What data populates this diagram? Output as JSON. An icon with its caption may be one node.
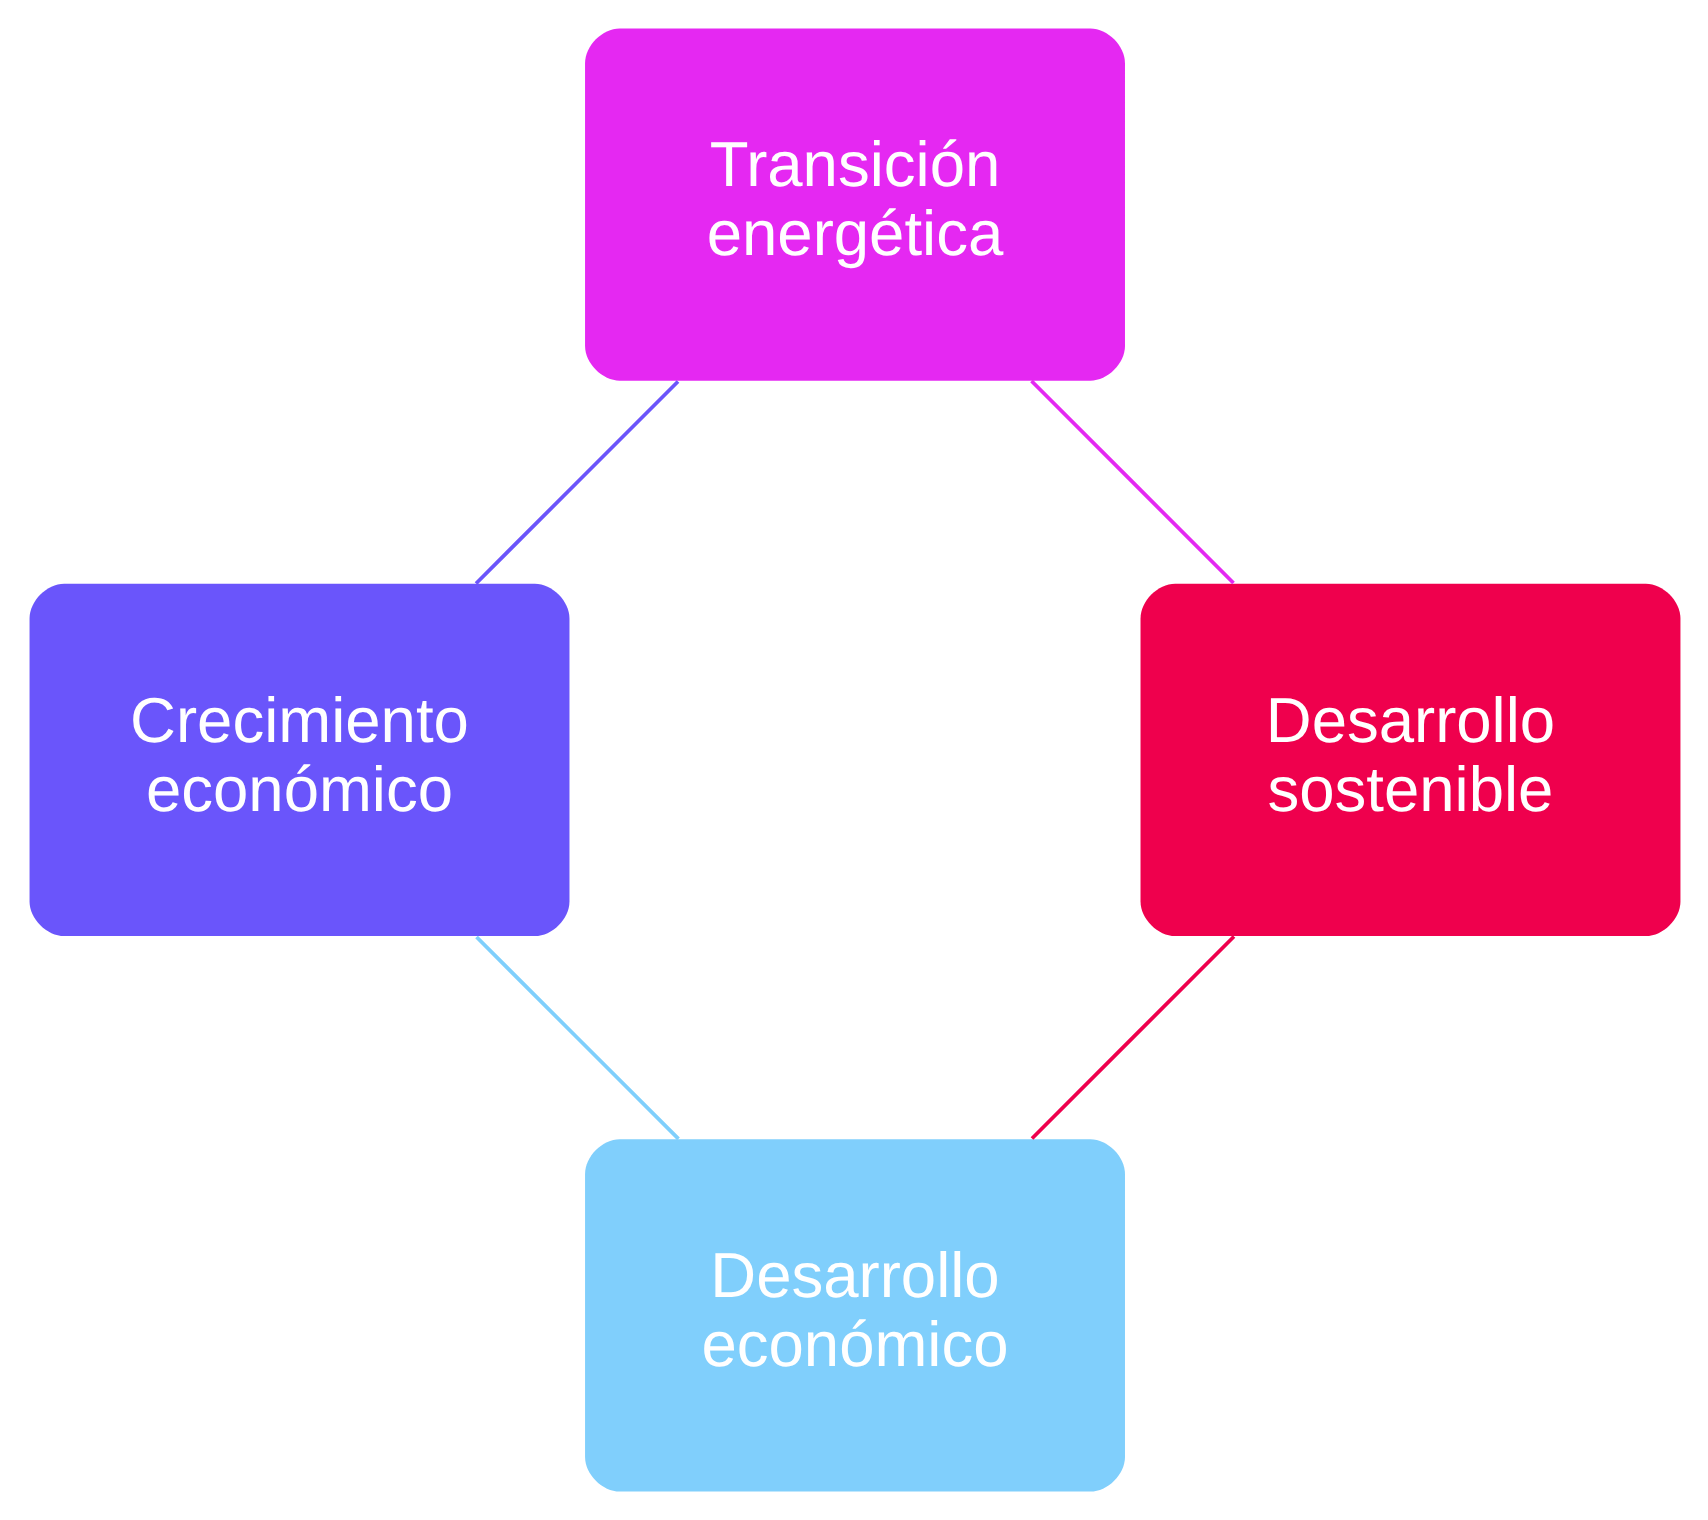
{
  "diagram": {
    "nodes": [
      {
        "text": [
          "Desarrollo económico"
        ]
      },
      {
        "text": [
          "Crecimiento económico"
        ]
      },
      {
        "text": [
          "Transición energética"
        ]
      },
      {
        "text": [
          "Desarrollo sostenible"
        ]
      }
    ],
    "edges": [
      {
        "from": 0,
        "to": 1,
        "arrow": "none",
        "color": "#7fcffc"
      },
      {
        "from": 1,
        "to": 2,
        "arrow": "none",
        "color": "#6b55fb"
      },
      {
        "from": 2,
        "to": 3,
        "arrow": "none",
        "color": "#e428f2"
      },
      {
        "from": 3,
        "to": 0,
        "arrow": "none",
        "color": "#ef004d"
      }
    ]
  }
}
